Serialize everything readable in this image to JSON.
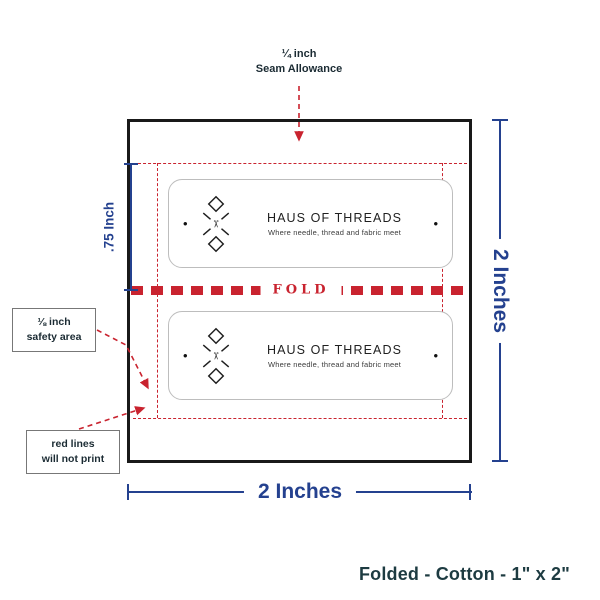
{
  "colors": {
    "red": "#c9232f",
    "blue": "#24418f",
    "dark": "#1b2b33",
    "teal": "#1d3b41",
    "labelBorder": "#bdbdbd",
    "ink": "#1f1f1f"
  },
  "annotations": {
    "seam_line1": "¼ inch",
    "seam_line2": "Seam Allowance",
    "label_height": ".75 Inch",
    "safety_line1": "⅛ inch",
    "safety_line2": "safety area",
    "noprint_line1": "red lines",
    "noprint_line2": "will not print",
    "width_dim": "2 Inches",
    "height_dim": "2 Inches",
    "fold": "FOLD"
  },
  "label": {
    "brand": "HAUS OF THREADS",
    "tagline": "Where needle, thread and fabric meet",
    "scissors": "✂",
    "dot": "•"
  },
  "footer": "Folded - Cotton - 1\" x 2\""
}
